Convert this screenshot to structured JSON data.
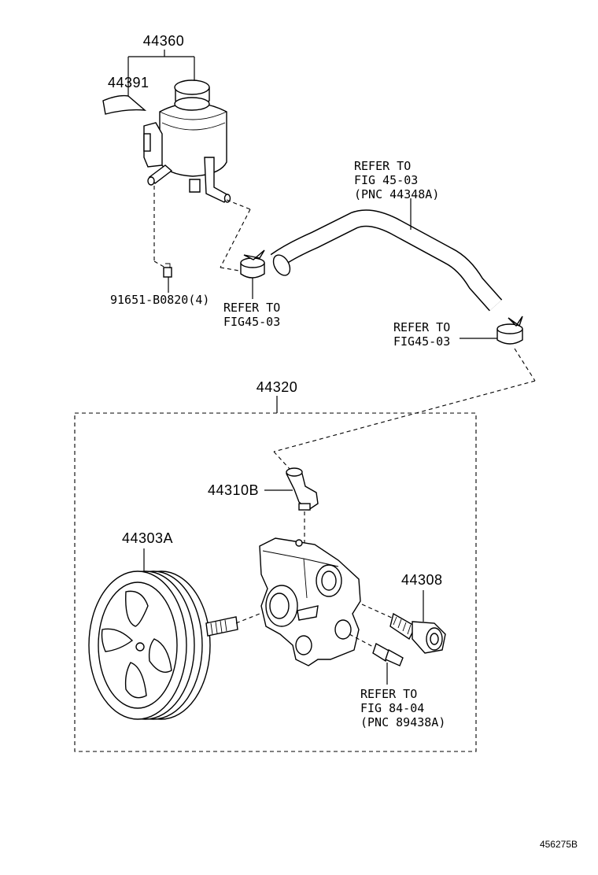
{
  "parts": {
    "reservoir_assy": "44360",
    "bracket": "44391",
    "bolt": "91651-B0820(4)",
    "pump_assy": "44320",
    "union": "44310B",
    "pulley": "44303A",
    "valve": "44308"
  },
  "references": {
    "hose_ref": [
      "REFER TO",
      "FIG 45-03",
      "(PNC 44348A)"
    ],
    "clamp_ref_left": [
      "REFER TO",
      "FIG45-03"
    ],
    "clamp_ref_right": [
      "REFER TO",
      "FIG45-03"
    ],
    "sensor_ref": [
      "REFER TO",
      "FIG 84-04",
      "(PNC 89438A)"
    ]
  },
  "figure_id": "456275B"
}
